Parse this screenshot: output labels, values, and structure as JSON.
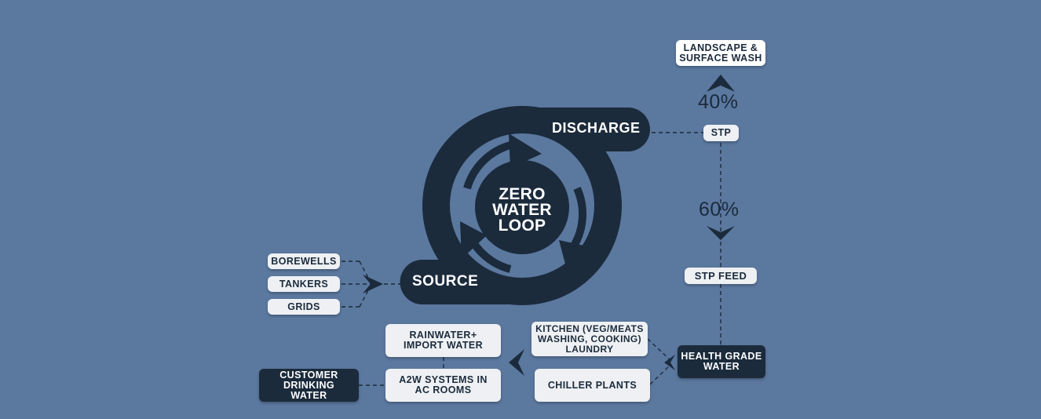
{
  "diagram": {
    "center_label": "ZERO\nWATER\nLOOP",
    "discharge_label": "DISCHARGE",
    "source_label": "SOURCE",
    "sources": [
      "BOREWELLS",
      "TANKERS",
      "GRIDS"
    ],
    "landscape_label": "LANDSCAPE &\nSURFACE WASH",
    "stp_label": "STP",
    "stp_feed_label": "STP FEED",
    "percent_up": "40%",
    "percent_down": "60%",
    "health_grade_label": "HEALTH GRADE\nWATER",
    "kitchen_label": "KITCHEN (VEG/MEATS\nWASHING, COOKING)\nLAUNDRY",
    "chiller_label": "CHILLER PLANTS",
    "rainwater_label": "RAINWATER+\nIMPORT WATER",
    "a2w_label": "A2W SYSTEMS IN\nAC ROOMS",
    "customer_label": "CUSTOMER\nDRINKING\nWATER"
  },
  "colors": {
    "background": "#5b789f",
    "dark": "#1b2b3c",
    "light_box": "#eef0f3"
  }
}
